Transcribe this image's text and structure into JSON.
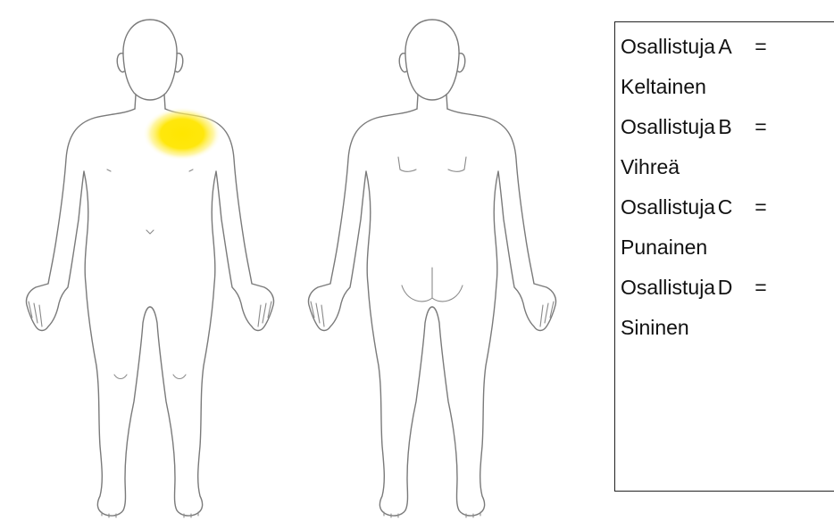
{
  "figures": {
    "front": {
      "pain_area": {
        "participant": "A",
        "color": "#ffe600",
        "region": "right upper chest"
      }
    },
    "back": {}
  },
  "legend": {
    "items": [
      {
        "word": "Osallistuja",
        "letter": "A",
        "eq": "=",
        "color_name": "Keltainen",
        "color": "#ffe600"
      },
      {
        "word": "Osallistuja",
        "letter": "B",
        "eq": "=",
        "color_name": "Vihreä",
        "color": "#00a000"
      },
      {
        "word": "Osallistuja",
        "letter": "C",
        "eq": "=",
        "color_name": "Punainen",
        "color": "#e00000"
      },
      {
        "word": "Osallistuja",
        "letter": "D",
        "eq": "=",
        "color_name": "Sininen",
        "color": "#0050e0"
      }
    ]
  }
}
